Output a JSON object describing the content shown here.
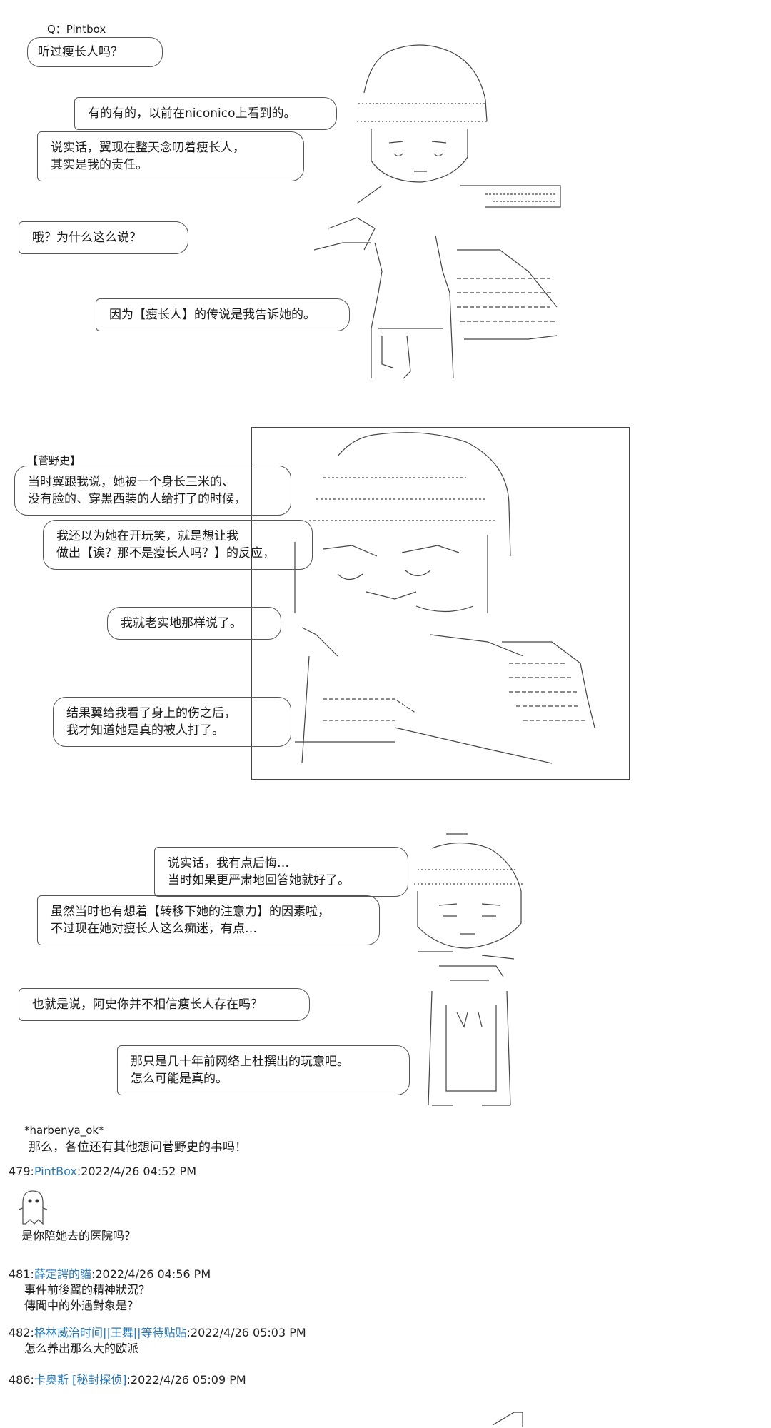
{
  "scene1": {
    "pintbox_label": "Q：Pintbox",
    "bubble_pint": "听过瘦长人吗？",
    "bubble_a_lines": [
      "有的有的，以前在niconico上看到的。"
    ],
    "bubble_b_lines": [
      "说实话，翼现在整天念叨着瘦长人，",
      "其实是我的责任。"
    ],
    "bubble_c_lines": [
      "哦？为什么这么说？"
    ],
    "bubble_d_lines": [
      "因为【瘦长人】的传说是我告诉她的。"
    ]
  },
  "scene2": {
    "speaker_label": "【菅野史】",
    "bubble_a_lines": [
      "当时翼跟我说，她被一个身长三米的、",
      "没有脸的、穿黑西装的人给打了的时候，"
    ],
    "bubble_b_lines": [
      "我还以为她在开玩笑，就是想让我",
      "做出【诶？那不是瘦长人吗？】的反应，"
    ],
    "bubble_c_lines": [
      "我就老实地那样说了。"
    ],
    "bubble_d_lines": [
      "结果翼给我看了身上的伤之后，",
      "我才知道她是真的被人打了。"
    ]
  },
  "scene3": {
    "bubble_a_lines": [
      "说实话，我有点后悔…",
      "当时如果更严肃地回答她就好了。"
    ],
    "bubble_b_lines": [
      "虽然当时也有想着【转移下她的注意力】的因素啦，",
      "不过现在她对瘦长人这么痴迷，有点…"
    ],
    "bubble_c_lines": [
      "也就是说，阿史你并不相信瘦长人存在吗？"
    ],
    "bubble_d_lines": [
      "那只是几十年前网络上杜撰出的玩意吧。",
      "怎么可能是真的。"
    ]
  },
  "signature": {
    "handle": "*harbenya_ok*",
    "text": "那么，各位还有其他想问菅野史的事吗！"
  },
  "posts": [
    {
      "num": "479",
      "name": "PintBox",
      "time": "2022/4/26 04:52 PM",
      "lines": [
        "是你陪她去的医院吗？"
      ],
      "has_avatar": true
    },
    {
      "num": "481",
      "name": "薛定諤的貓",
      "time": "2022/4/26 04:56 PM",
      "lines": [
        "事件前後翼的精神狀況？",
        "傳聞中的外遇對象是？"
      ],
      "has_avatar": false
    },
    {
      "num": "482",
      "name": "格林威治时间||王舞||等待贴贴",
      "time": "2022/4/26 05:03 PM",
      "lines": [
        "怎么养出那么大的欧派"
      ],
      "has_avatar": false
    },
    {
      "num": "486",
      "name": "卡奥斯 [秘封探侦]",
      "time": "2022/4/26 05:09 PM",
      "lines": [],
      "has_avatar": false
    }
  ],
  "colors": {
    "link": "#2a7ab8",
    "text": "#1a1a1a",
    "line": "#555555"
  }
}
